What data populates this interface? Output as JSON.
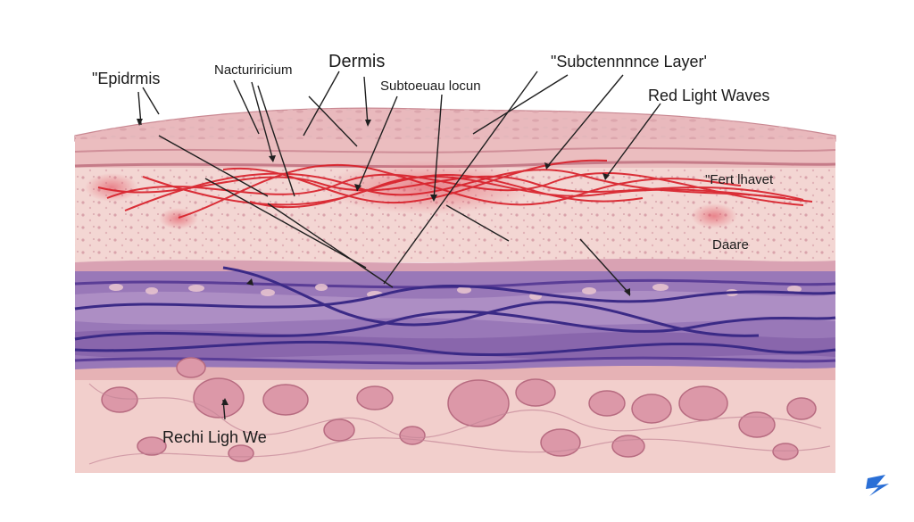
{
  "diagram": {
    "labels": {
      "epidermis": "\"Epidrmis",
      "nacturiricum": "Nacturiricium",
      "dermis": "Dermis",
      "subtoeuau": "Subtoeuau locun",
      "subcutaneous": "\"Subctennnnce Layer'",
      "red_light_waves": "Red Light Waves",
      "fert_haves": "\"Fert lhavet",
      "daare": "Daare",
      "rechi_ligh": "Rechi Ligh We"
    },
    "colors": {
      "epidermis": "#ebbdbf",
      "dermis": "#f3d6d3",
      "hypodermis": "#9978b8",
      "deep_tissue": "#f2cfcc",
      "light_wave": "#d8202a",
      "nerve": "#3b2a86",
      "cells": "#d78e9e"
    },
    "logo_icon": "lightning-logo-icon"
  }
}
